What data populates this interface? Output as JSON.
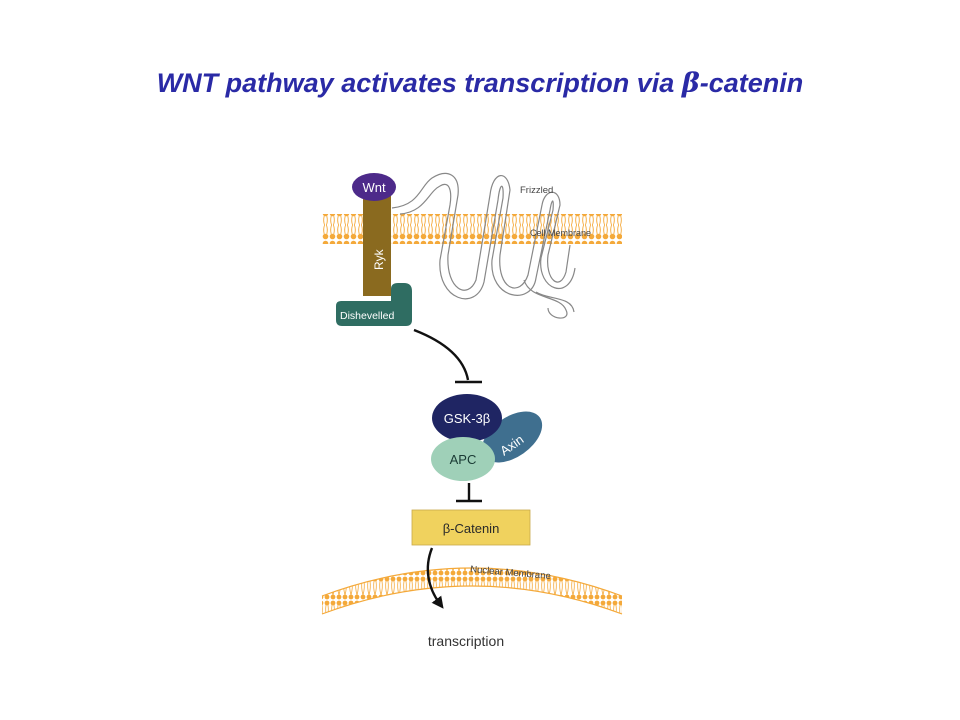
{
  "slide": {
    "title_prefix": "WNT pathway activates transcription via ",
    "title_greek": "β",
    "title_suffix": "-catenin"
  },
  "diagram": {
    "labels": {
      "wnt": "Wnt",
      "frizzled": "Frizzled",
      "cell_membrane": "Cell Membrane",
      "ryk": "Ryk",
      "dishevelled": "Dishevelled",
      "gsk3b": "GSK-3β",
      "axin": "Axin",
      "apc": "APC",
      "beta_catenin": "β-Catenin",
      "nuclear_membrane": "Nuclear Membrane",
      "transcription": "transcription"
    },
    "colors": {
      "title": "#2a2aa6",
      "membrane": "#f4a93a",
      "wnt": "#4d2a8a",
      "ryk": "#8a6a1f",
      "dishevelled": "#2f6d62",
      "gsk3b": "#1f2563",
      "axin": "#3f6f8f",
      "apc": "#9fd0b8",
      "beta_catenin": "#f0d25e"
    }
  }
}
